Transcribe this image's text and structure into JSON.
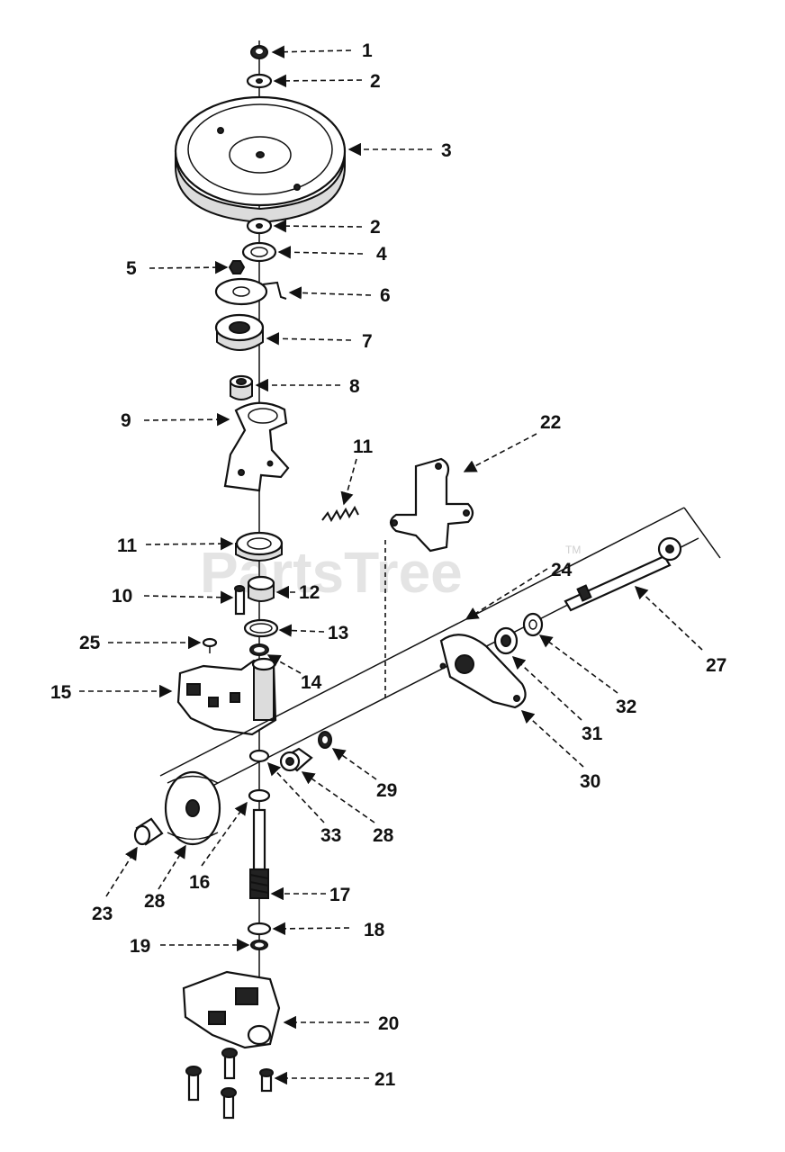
{
  "watermark": {
    "text": "PartsTree",
    "trademark": "TM"
  },
  "callouts": [
    {
      "id": "c1",
      "label": "1"
    },
    {
      "id": "c2a",
      "label": "2"
    },
    {
      "id": "c3",
      "label": "3"
    },
    {
      "id": "c2b",
      "label": "2"
    },
    {
      "id": "c4",
      "label": "4"
    },
    {
      "id": "c5",
      "label": "5"
    },
    {
      "id": "c6",
      "label": "6"
    },
    {
      "id": "c7",
      "label": "7"
    },
    {
      "id": "c8",
      "label": "8"
    },
    {
      "id": "c9",
      "label": "9"
    },
    {
      "id": "c22",
      "label": "22"
    },
    {
      "id": "c11a",
      "label": "11"
    },
    {
      "id": "c11b",
      "label": "11"
    },
    {
      "id": "c24",
      "label": "24"
    },
    {
      "id": "c10",
      "label": "10"
    },
    {
      "id": "c12",
      "label": "12"
    },
    {
      "id": "c27",
      "label": "27"
    },
    {
      "id": "c25",
      "label": "25"
    },
    {
      "id": "c13",
      "label": "13"
    },
    {
      "id": "c14",
      "label": "14"
    },
    {
      "id": "c15",
      "label": "15"
    },
    {
      "id": "c32",
      "label": "32"
    },
    {
      "id": "c31",
      "label": "31"
    },
    {
      "id": "c30",
      "label": "30"
    },
    {
      "id": "c29",
      "label": "29"
    },
    {
      "id": "c33",
      "label": "33"
    },
    {
      "id": "c28a",
      "label": "28"
    },
    {
      "id": "c16",
      "label": "16"
    },
    {
      "id": "c28b",
      "label": "28"
    },
    {
      "id": "c23",
      "label": "23"
    },
    {
      "id": "c17",
      "label": "17"
    },
    {
      "id": "c18",
      "label": "18"
    },
    {
      "id": "c19",
      "label": "19"
    },
    {
      "id": "c20",
      "label": "20"
    },
    {
      "id": "c21",
      "label": "21"
    }
  ]
}
